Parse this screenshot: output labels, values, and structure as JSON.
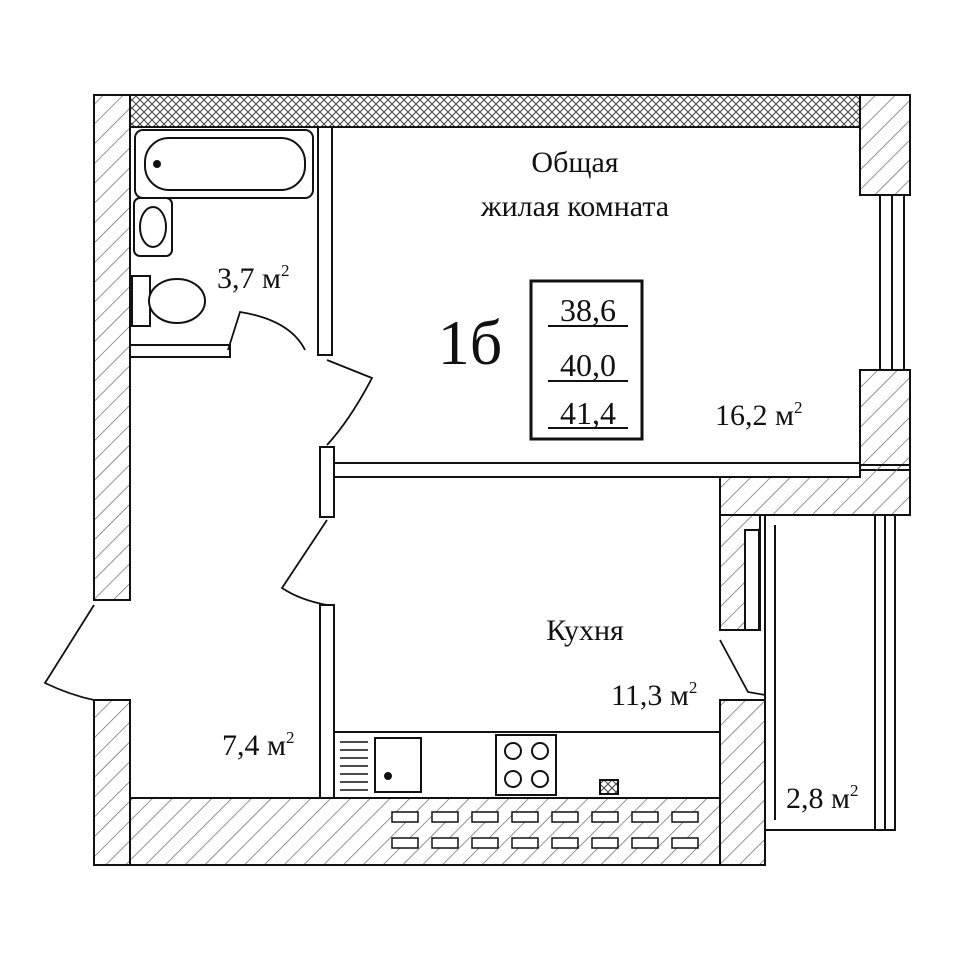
{
  "rooms": {
    "living": {
      "name_line1": "Общая",
      "name_line2": "жилая комната",
      "area": "16,2 м",
      "unit_sup": "2"
    },
    "bathroom": {
      "area": "3,7 м",
      "unit_sup": "2"
    },
    "hall": {
      "area": "7,4 м",
      "unit_sup": "2"
    },
    "kitchen": {
      "name": "Кухня",
      "area": "11,3 м",
      "unit_sup": "2"
    },
    "balcony": {
      "area": "2,8 м",
      "unit_sup": "2"
    }
  },
  "apartment": {
    "type": "1б",
    "areas": [
      "38,6",
      "40,0",
      "41,4"
    ]
  },
  "colors": {
    "line": "#111111",
    "hatch": "#555555",
    "background": "#ffffff"
  }
}
